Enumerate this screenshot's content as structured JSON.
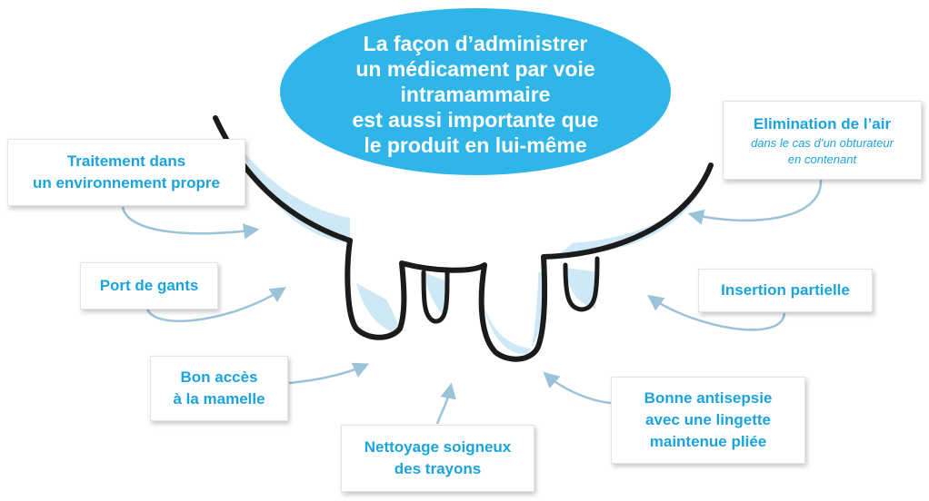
{
  "colors": {
    "accent": "#1aa3dc",
    "bubble": "#2fb5e7",
    "arrow": "#9ac3d8",
    "shade": "#cfe8f6",
    "outline": "#1b1b1b"
  },
  "bubble": {
    "lines": [
      "La façon d’administrer",
      "un médicament par voie",
      "intramammaire",
      "est aussi importante que",
      "le produit en lui-même"
    ]
  },
  "cards": {
    "traitement": {
      "line1": "Traitement dans",
      "line2": "un environnement propre"
    },
    "gants": {
      "line1": "Port de gants"
    },
    "acces": {
      "line1": "Bon accès",
      "line2": "à la mamelle"
    },
    "nettoyage": {
      "line1": "Nettoyage soigneux",
      "line2": "des trayons"
    },
    "elimination": {
      "line1": "Elimination de l’air",
      "sub1": "dans le cas d’un obturateur",
      "sub2": "en contenant"
    },
    "insertion": {
      "line1": "Insertion partielle"
    },
    "antisepsie": {
      "line1": "Bonne antisepsie",
      "line2": "avec une lingette",
      "line3": "maintenue pliée"
    }
  }
}
